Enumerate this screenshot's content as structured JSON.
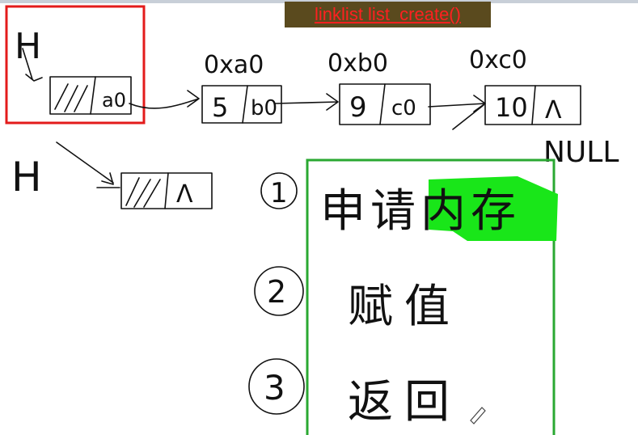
{
  "title": "linklist list  create()",
  "head_top": "H",
  "head_bottom": "H",
  "addresses": [
    "0xa0",
    "0xb0",
    "0xc0"
  ],
  "first_node": {
    "field": "a0"
  },
  "nodes": [
    {
      "value": "5",
      "next": "b0"
    },
    {
      "value": "9",
      "next": "c0"
    },
    {
      "value": "10",
      "next": "Λ"
    }
  ],
  "null_label": "NULL",
  "new_node_next": "Λ",
  "step_numbers": [
    "1",
    "2",
    "3"
  ],
  "steps": [
    "申请内存",
    "赋值",
    "返回"
  ],
  "colors": {
    "red_box": "#e31b1b",
    "green_box": "#2aa832",
    "highlight": "#19e619",
    "banner_bg": "#5a4a1e",
    "banner_text": "#ff2020"
  }
}
